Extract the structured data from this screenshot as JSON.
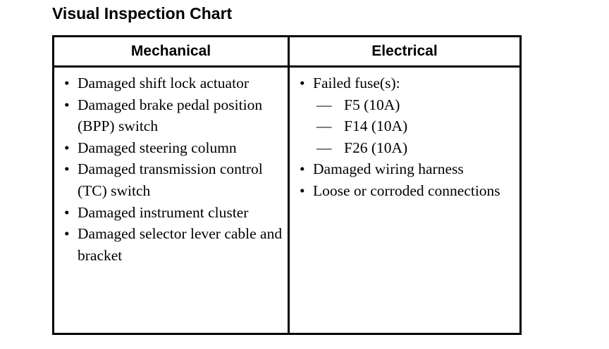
{
  "page": {
    "title": "Visual Inspection Chart",
    "background_color": "#ffffff",
    "text_color": "#000000",
    "border_color": "#000000"
  },
  "table": {
    "headers": {
      "mechanical": "Mechanical",
      "electrical": "Electrical"
    },
    "bullet_glyph": "•",
    "dash_glyph": "—",
    "columns": {
      "mechanical": {
        "items": [
          {
            "text": "Damaged shift lock actuator"
          },
          {
            "text": "Damaged brake pedal position (BPP) switch"
          },
          {
            "text": "Damaged steering column"
          },
          {
            "text": "Damaged transmission control (TC) switch"
          },
          {
            "text": "Damaged instrument cluster"
          },
          {
            "text": "Damaged selector lever cable and bracket"
          }
        ]
      },
      "electrical": {
        "items": [
          {
            "text": "Failed fuse(s):",
            "subitems": [
              {
                "text": "F5 (10A)"
              },
              {
                "text": "F14 (10A)"
              },
              {
                "text": "F26 (10A)"
              }
            ]
          },
          {
            "text": "Damaged wiring harness"
          },
          {
            "text": "Loose or corroded connections"
          }
        ]
      }
    }
  }
}
